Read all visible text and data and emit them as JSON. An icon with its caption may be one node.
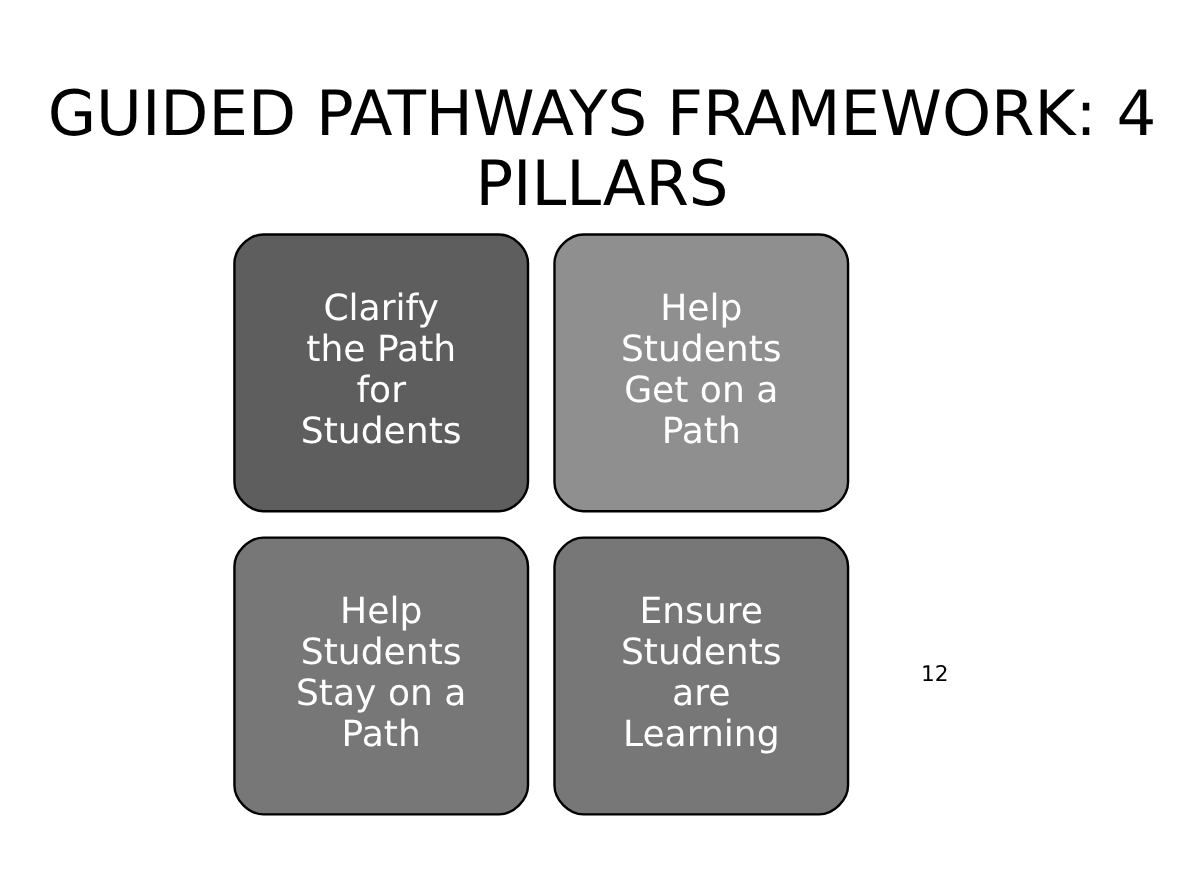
{
  "diagram": {
    "title": "GUIDED PATHWAYS FRAMEWORK: 4 PILLARS",
    "nodes": [
      {
        "text": [
          "Clarify the Path for Students"
        ]
      },
      {
        "text": [
          "Help Students Get on a Path"
        ]
      },
      {
        "text": [
          "Help Students Stay on a Path"
        ]
      },
      {
        "text": [
          "Ensure Students are Learning"
        ]
      }
    ],
    "labels": [
      "12"
    ]
  }
}
